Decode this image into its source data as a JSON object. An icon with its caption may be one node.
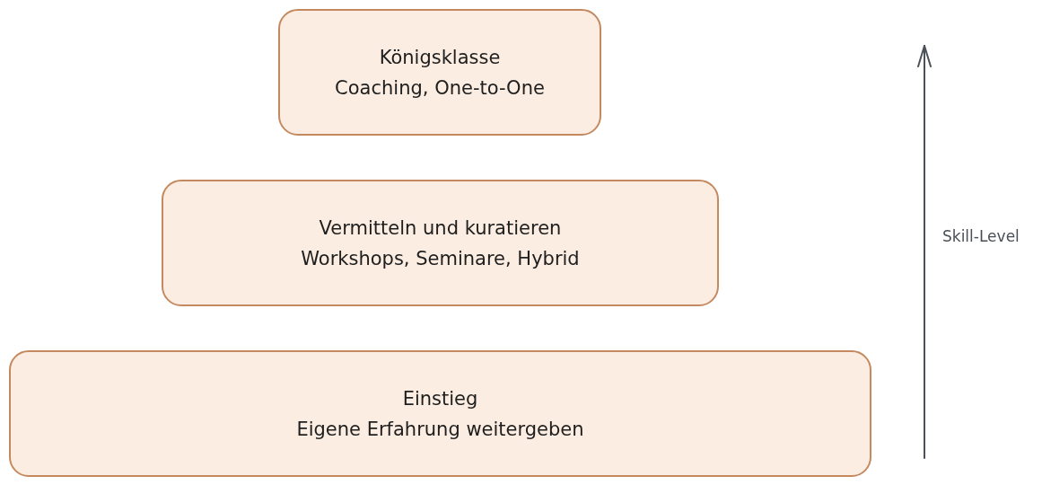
{
  "diagram": {
    "nodes": [
      {
        "text": [
          "Königsklasse",
          "Coaching, One-to-One"
        ]
      },
      {
        "text": [
          "Vermitteln und kuratieren",
          "Workshops, Seminare, Hybrid"
        ]
      },
      {
        "text": [
          "Einstieg",
          "Eigene Erfahrung weitergeben"
        ]
      }
    ],
    "labels": [
      "Skill-Level"
    ]
  }
}
